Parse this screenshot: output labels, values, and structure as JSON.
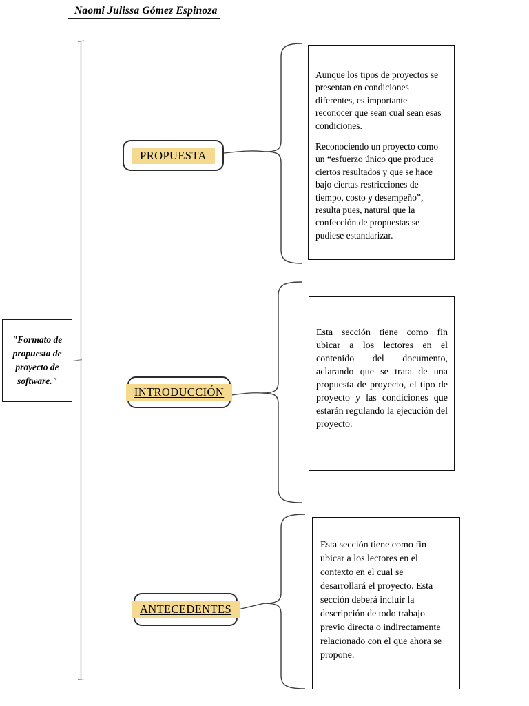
{
  "header": {
    "author_name": "Naomi Julissa Gómez Espinoza"
  },
  "root": {
    "label": "\"Formato de propuesta de proyecto de software.\""
  },
  "nodes": [
    {
      "label": "PROPUESTA",
      "paragraphs": [
        "Aunque los tipos de proyectos se presentan en condiciones diferentes, es importante reconocer que sean cual sean esas condiciones.",
        "Reconociendo un proyecto como un “esfuerzo único que produce ciertos resultados y que se hace bajo ciertas restricciones de tiempo, costo y desempeño”, resulta pues, natural que la confección de propuestas se pudiese estandarizar."
      ]
    },
    {
      "label": "INTRODUCCIÓN",
      "paragraphs": [
        "Esta sección tiene como fin ubicar a los lectores en el contenido del documento, aclarando que se trata de una propuesta de proyecto, el tipo de proyecto y las condiciones que estarán regulando la ejecución del proyecto."
      ]
    },
    {
      "label": "ANTECEDENTES",
      "paragraphs": [
        "Esta sección tiene como fin ubicar a los lectores en el contexto en el  cual  se desarrollará el proyecto. Esta sección deberá incluir la descripción de todo trabajo previo directa o indirectamente relacionado con el que ahora se propone."
      ]
    }
  ],
  "colors": {
    "highlight": "#F5D98E",
    "box_border": "#111111",
    "line": "#9a9a9a",
    "brace": "#3d3d3d"
  }
}
